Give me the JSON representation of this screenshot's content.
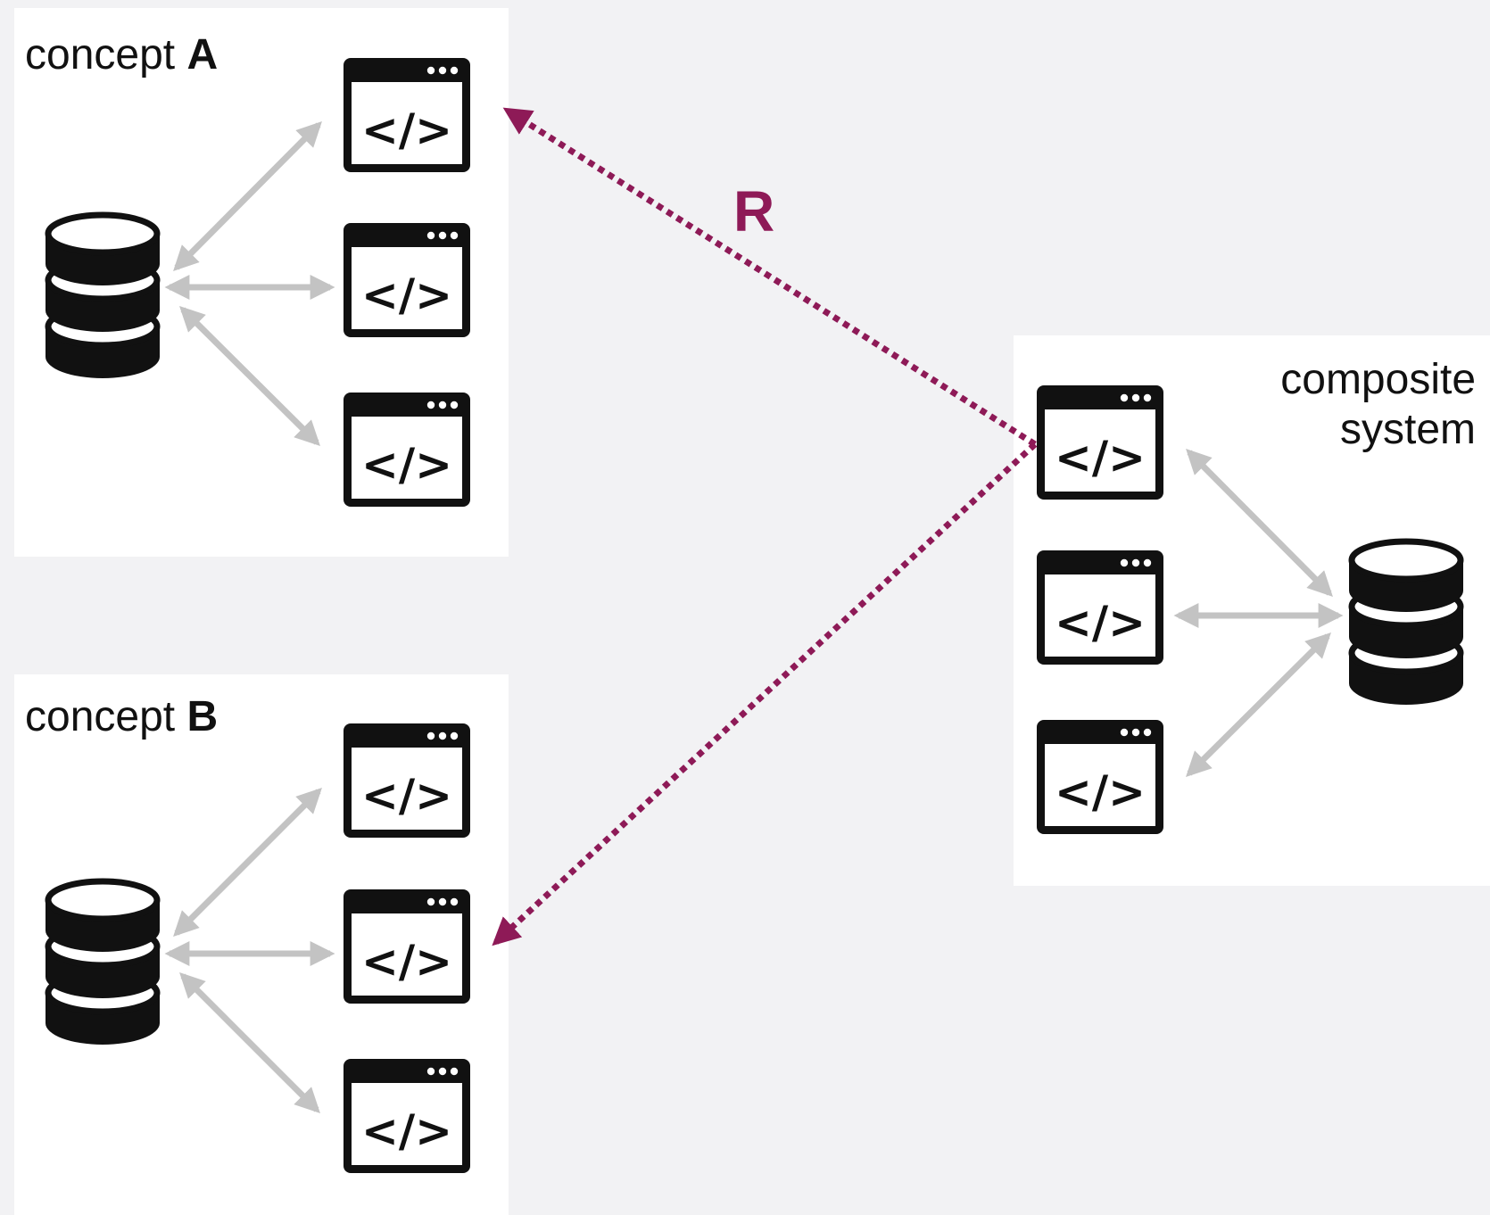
{
  "concept_a": {
    "label_prefix": "concept",
    "label_letter": "A"
  },
  "concept_b": {
    "label_prefix": "concept",
    "label_letter": "B"
  },
  "composite": {
    "line1": "composite",
    "line2": "system"
  },
  "relation": {
    "label": "R",
    "color": "#8e1a57"
  },
  "colors": {
    "arrow_gray": "#c3c3c3",
    "icon": "#111111",
    "panel": "#ffffff",
    "background": "#f2f2f4"
  },
  "icons": [
    "database-icon",
    "code-window-icon"
  ],
  "code_glyph": "</>"
}
